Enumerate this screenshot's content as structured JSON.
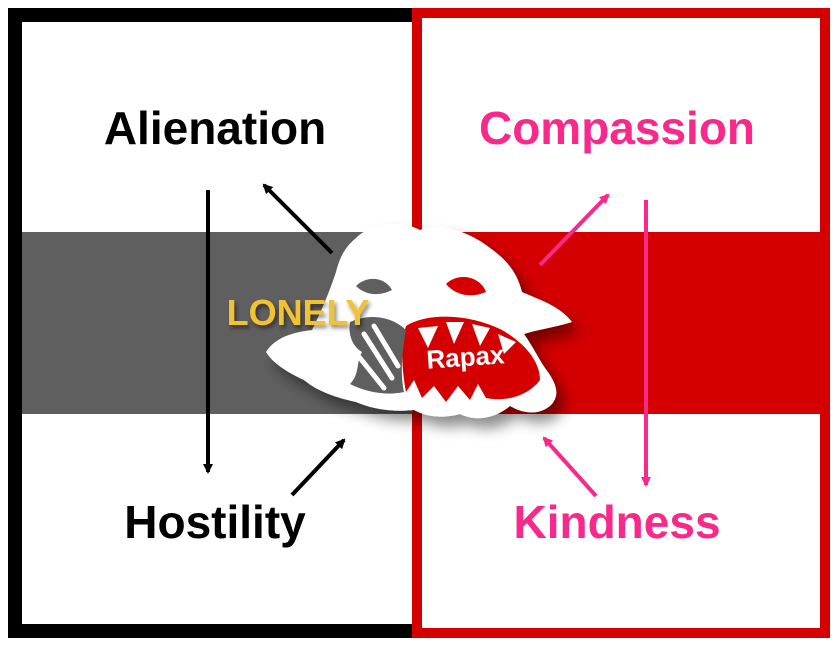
{
  "labels": {
    "left_top": "Alienation",
    "left_bottom": "Hostility",
    "right_top": "Compassion",
    "right_bottom": "Kindness"
  },
  "logo": {
    "left_word": "LONELY",
    "right_word": "Rapax"
  },
  "colors": {
    "left_frame": "#000000",
    "right_frame": "#d40000",
    "left_band": "#5f5f5f",
    "right_band": "#d40000",
    "positive_text": "#f72a8c",
    "logo_word": "#f2c230"
  }
}
